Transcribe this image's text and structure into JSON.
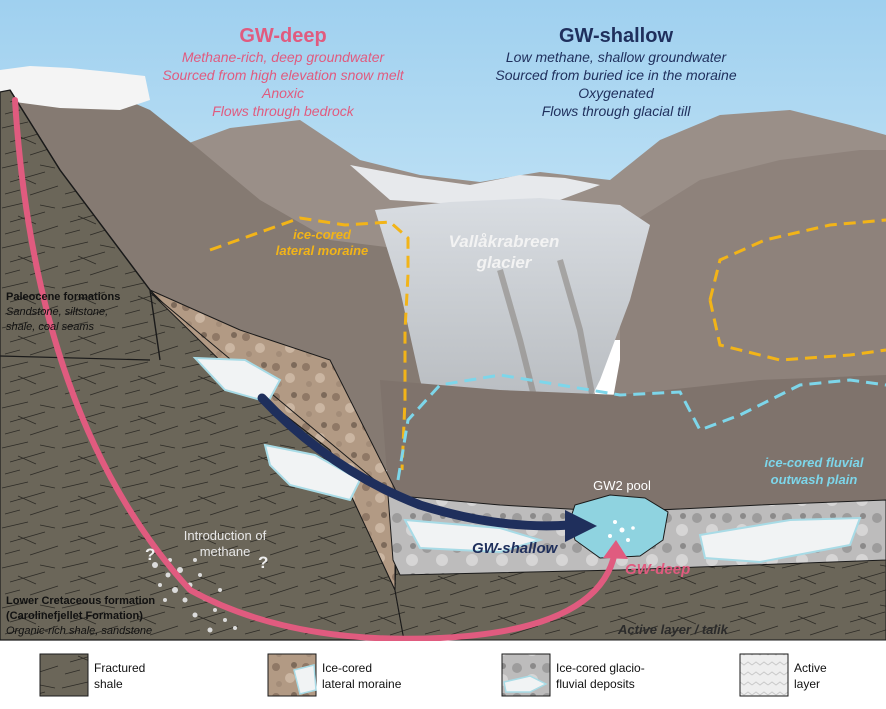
{
  "gw_deep": {
    "title": "GW-deep",
    "lines": [
      "Methane-rich, deep groundwater",
      "Sourced from high elevation snow melt",
      "Anoxic",
      "Flows through bedrock"
    ]
  },
  "gw_shallow": {
    "title": "GW-shallow",
    "lines": [
      "Low methane, shallow groundwater",
      "Sourced from buried ice in the moraine",
      "Oxygenated",
      "Flows through glacial till"
    ]
  },
  "labels": {
    "lateral_moraine": [
      "ice-cored",
      "lateral moraine"
    ],
    "glacier": [
      "Vallåkrabreen",
      "glacier"
    ],
    "outwash": [
      "ice-cored fluvial",
      "outwash plain"
    ],
    "pool": "GW2 pool",
    "introduction": [
      "Introduction of",
      "methane"
    ],
    "question_mark": "?",
    "arrow_shallow": "GW-shallow",
    "arrow_deep": "GW-deep",
    "active_layer": "Active layer / talik"
  },
  "formations": {
    "paleocene": {
      "title": "Paleocene formations",
      "desc": [
        "Sandstone, siltstone,",
        "shale, coal seams"
      ]
    },
    "cretaceous": {
      "title": [
        "Lower Cretaceous formation",
        "(Carolinefjellet Formation)"
      ],
      "desc": "Organic-rich shale, sandstone"
    }
  },
  "legend": [
    {
      "lines": [
        "Fractured",
        "shale"
      ],
      "swatch": "fractured-shale"
    },
    {
      "lines": [
        "Ice-cored",
        "lateral moraine"
      ],
      "swatch": "lateral-moraine"
    },
    {
      "lines": [
        "Ice-cored glacio-",
        "fluvial deposits"
      ],
      "swatch": "glaciofluvial"
    },
    {
      "lines": [
        "Active",
        "layer"
      ],
      "swatch": "active-layer"
    }
  ],
  "colors": {
    "sky": "#a9d6f1",
    "deep_arrow": "#e05b7f",
    "shallow_arrow": "#1f2f5c",
    "moraine_outline": "#f2b418",
    "outwash_outline": "#7dd6ea",
    "pool": "#8fd3e0",
    "shale": "#6f6a60"
  }
}
